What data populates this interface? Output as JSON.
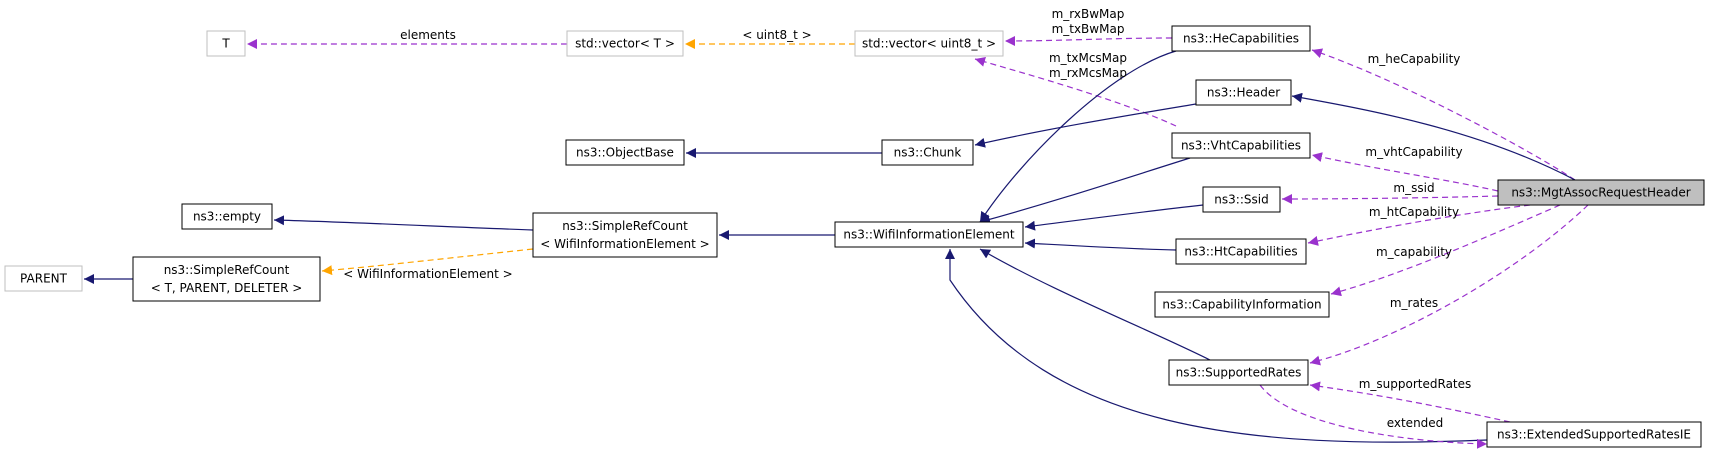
{
  "colors": {
    "inheritance": "#191970",
    "usage": "#9a32cd",
    "template": "#ffa500",
    "box_border": "#000000",
    "grey_border": "#bfbfbf",
    "highlight_fill": "#bfbfbf"
  },
  "nodes": {
    "t": {
      "lines": [
        "T"
      ]
    },
    "std_vector_t": {
      "lines": [
        "std::vector< T >"
      ]
    },
    "std_vector_uint8": {
      "lines": [
        "std::vector< uint8_t >"
      ]
    },
    "he_capabilities": {
      "lines": [
        "ns3::HeCapabilities"
      ]
    },
    "header": {
      "lines": [
        "ns3::Header"
      ]
    },
    "object_base": {
      "lines": [
        "ns3::ObjectBase"
      ]
    },
    "chunk": {
      "lines": [
        "ns3::Chunk"
      ]
    },
    "vht_capabilities": {
      "lines": [
        "ns3::VhtCapabilities"
      ]
    },
    "empty": {
      "lines": [
        "ns3::empty"
      ]
    },
    "simple_ref_count_wie": {
      "lines": [
        "ns3::SimpleRefCount",
        "< WifiInformationElement >"
      ]
    },
    "wifi_information_element": {
      "lines": [
        "ns3::WifiInformationElement"
      ]
    },
    "ssid": {
      "lines": [
        "ns3::Ssid"
      ]
    },
    "mgt_assoc_request_header": {
      "lines": [
        "ns3::MgtAssocRequestHeader"
      ]
    },
    "parent": {
      "lines": [
        "PARENT"
      ]
    },
    "simple_ref_count_tpd": {
      "lines": [
        "ns3::SimpleRefCount",
        "< T, PARENT, DELETER >"
      ]
    },
    "ht_capabilities": {
      "lines": [
        "ns3::HtCapabilities"
      ]
    },
    "capability_information": {
      "lines": [
        "ns3::CapabilityInformation"
      ]
    },
    "supported_rates": {
      "lines": [
        "ns3::SupportedRates"
      ]
    },
    "extended_supported_rates_ie": {
      "lines": [
        "ns3::ExtendedSupportedRatesIE"
      ]
    }
  },
  "edge_labels": {
    "elements": [
      "elements"
    ],
    "uint8_t": [
      "< uint8_t >"
    ],
    "bw_map": [
      "m_rxBwMap",
      "m_txBwMap"
    ],
    "mcs_map": [
      "m_txMcsMap",
      "m_rxMcsMap"
    ],
    "he_capability": [
      "m_heCapability"
    ],
    "vht_capability": [
      "m_vhtCapability"
    ],
    "ssid": [
      "m_ssid"
    ],
    "ht_capability": [
      "m_htCapability"
    ],
    "capability": [
      "m_capability"
    ],
    "rates": [
      "m_rates"
    ],
    "supported_rates": [
      "m_supportedRates"
    ],
    "extended": [
      "extended"
    ],
    "wifi_ie_template": [
      "< WifiInformationElement >"
    ]
  }
}
